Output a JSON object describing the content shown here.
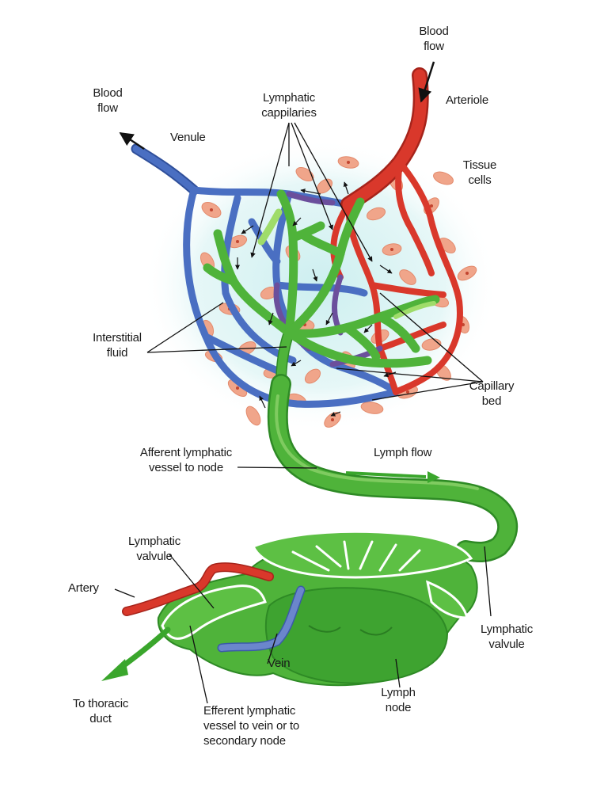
{
  "labels": {
    "blood_flow_in": "Blood\nflow",
    "blood_flow_out": "Blood\nflow",
    "arteriole": "Arteriole",
    "venule": "Venule",
    "lymphatic_capillaries": "Lymphatic\ncappilaries",
    "tissue_cells": "Tissue\ncells",
    "interstitial_fluid": "Interstitial\nfluid",
    "capillary_bed": "Capillary\nbed",
    "afferent_vessel": "Afferent lymphatic\nvessel to node",
    "lymph_flow": "Lymph flow",
    "lymphatic_valvule_left": "Lymphatic\nvalvule",
    "artery": "Artery",
    "lymphatic_valvule_right": "Lymphatic\nvalvule",
    "vein": "Vein",
    "to_thoracic_duct": "To thoracic\nduct",
    "efferent_vessel": "Efferent lymphatic\nvessel to vein or to\nsecondary node",
    "lymph_node": "Lymph\nnode"
  },
  "colors": {
    "artery_red": "#d9382b",
    "vein_blue": "#4a6fc2",
    "lymph_green": "#4fb33a",
    "lymph_dark": "#2e8a25",
    "cell_salmon": "#f0a58a",
    "fluid_glow": "#d6f1f2",
    "arrow_green": "#3aa62c"
  }
}
